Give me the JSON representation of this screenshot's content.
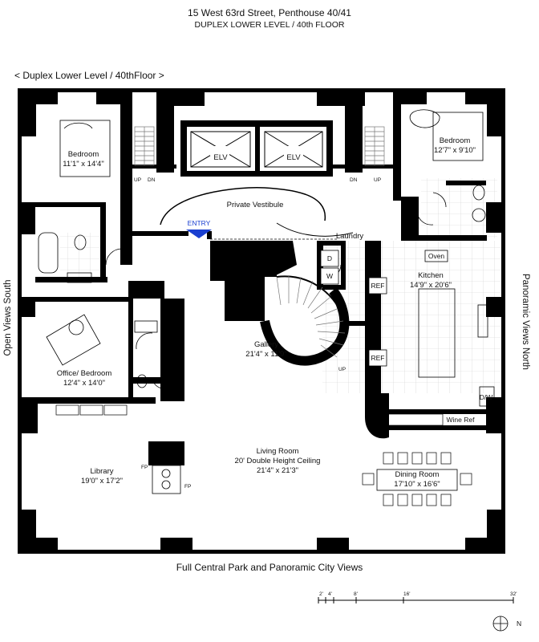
{
  "header": {
    "title": "15 West 63rd Street, Penthouse 40/41",
    "subtitle": "DUPLEX LOWER LEVEL / 40th FLOOR"
  },
  "level_label": "< Duplex Lower Level / 40thFloor >",
  "views": {
    "left": "Open Views South",
    "right": "Panoramic Views North",
    "bottom": "Full Central Park and Panoramic City Views"
  },
  "rooms": {
    "bedroom_left": {
      "name": "Bedroom",
      "dims": "11'1\" x 14'4\""
    },
    "bedroom_right": {
      "name": "Bedroom",
      "dims": "12'7\" x 9'10\""
    },
    "vestibule": {
      "name": "Private Vestibule"
    },
    "entry": {
      "name": "ENTRY"
    },
    "laundry": {
      "name": "Laundry"
    },
    "kitchen": {
      "name": "Kitchen",
      "dims": "14'9\" x 20'6\""
    },
    "office": {
      "name": "Office/ Bedroom",
      "dims": "12'4\" x 14'0\""
    },
    "gallery": {
      "name": "Gallery",
      "dims": "21'4\" x 11'9\""
    },
    "living": {
      "name": "Living Room",
      "note": "20' Double Height Ceiling",
      "dims": "21'4\" x 21'3\""
    },
    "library": {
      "name": "Library",
      "dims": "19'0\" x 17'2\""
    },
    "dining": {
      "name": "Dining Room",
      "dims": "17'10\" x 16'6\""
    }
  },
  "fixtures": {
    "elv": "ELV",
    "oven": "Oven",
    "ref": "REF",
    "dw": "D/W",
    "wine_ref": "Wine Ref",
    "d": "D",
    "w": "W",
    "fp": "FP",
    "up": "UP",
    "dn": "DN"
  },
  "scale": {
    "labels": [
      "2'",
      "4'",
      "8'",
      "16'",
      "32'"
    ]
  },
  "compass": {
    "label": "N"
  },
  "colors": {
    "wall": "#000000",
    "entry_marker": "#1a3fd0",
    "floor_tile": "#cccccc"
  }
}
